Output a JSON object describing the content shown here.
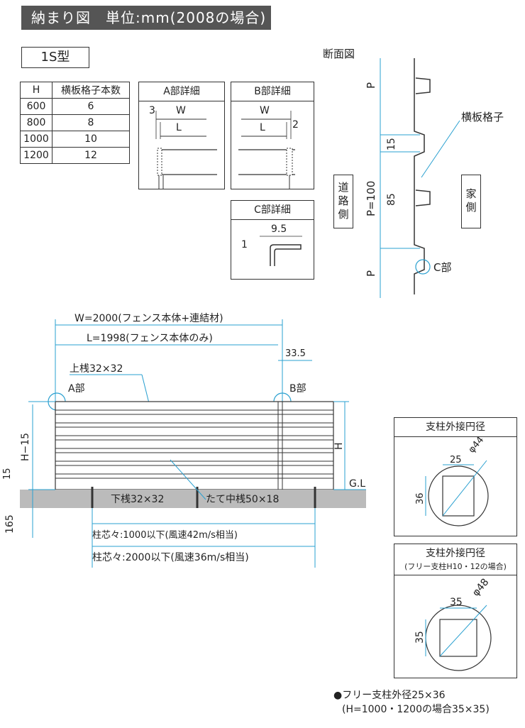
{
  "header": {
    "title": "納まり図　単位:mm(2008の場合)"
  },
  "type_label": "1S型",
  "spec_table": {
    "headers": [
      "H",
      "横板格子本数"
    ],
    "rows": [
      [
        "600",
        "6"
      ],
      [
        "800",
        "8"
      ],
      [
        "1000",
        "10"
      ],
      [
        "1200",
        "12"
      ]
    ]
  },
  "detail_a": {
    "title": "A部詳細",
    "dim_3": "3",
    "dim_w": "W",
    "dim_l": "L"
  },
  "detail_b": {
    "title": "B部詳細",
    "dim_w": "W",
    "dim_l": "L",
    "dim_2": "2"
  },
  "detail_c": {
    "title": "C部詳細",
    "dim_95": "9.5",
    "dim_1": "1"
  },
  "section": {
    "title": "断面図",
    "p_top": "P",
    "p_mid": "P=100",
    "p_bot": "P",
    "dim_15": "15",
    "dim_85": "85",
    "lattice_label": "横板格子",
    "road_side": "道路側",
    "house_side": "家側",
    "c_part": "C部"
  },
  "elevation": {
    "w_label": "W=2000(フェンス本体+連結材)",
    "l_label": "L=1998(フェンス本体のみ)",
    "dim_335": "33.5",
    "top_rail": "上桟32×32",
    "a_part": "A部",
    "b_part": "B部",
    "h_minus": "H−15",
    "h": "H",
    "gl": "G.L",
    "dim_15": "15",
    "dim_165": "165",
    "bottom_rail": "下桟32×32",
    "mid_post": "たて中桟50×18",
    "post_1000": "柱芯々:1000以下(風速42m/s相当)",
    "post_2000": "柱芯々:2000以下(風速36m/s相当)"
  },
  "circle_1": {
    "title": "支柱外接円径",
    "w": "25",
    "dia": "φ44",
    "h": "36"
  },
  "circle_2": {
    "title": "支柱外接円径",
    "subtitle": "(フリー支柱H10・12の場合)",
    "w": "35",
    "dia": "φ48",
    "h": "35"
  },
  "footnote": {
    "line1": "●フリー支柱外径25×36",
    "line2": "(H=1000・1200の場合35×35)"
  }
}
